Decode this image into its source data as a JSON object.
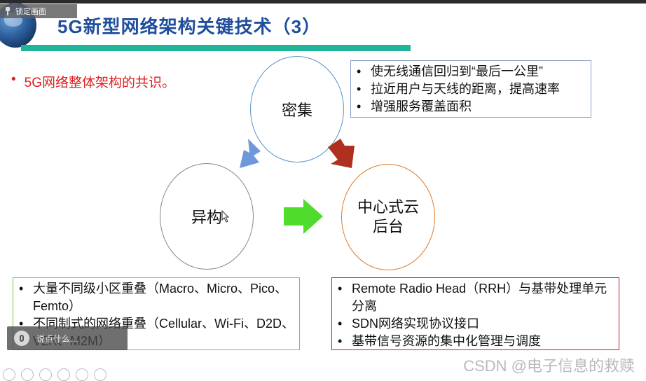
{
  "window": {
    "lock_label": "锁定画面"
  },
  "slide": {
    "title": "5G新型网络架构关键技术（3）",
    "bullet_main": "5G网络整体架构的共识。",
    "circles": {
      "dense": "密集",
      "heterogeneous": "异构",
      "cloud_line1": "中心式云",
      "cloud_line2": "后台"
    },
    "box_dense": [
      "使无线通信回归到“最后一公里”",
      "拉近用户与天线的距离，提高速率",
      "增强服务覆盖面积"
    ],
    "box_hetero": [
      "大量不同级小区重叠（Macro、Micro、Pico、Femto）",
      "不同制式的网络重叠（Cellular、Wi-Fi、D2D、V2R、M2M）"
    ],
    "box_cloud": [
      "Remote Radio Head（RRH）与基带处理单元分离",
      "SDN网络实现协议接口",
      "基带信号资源的集中化管理与调度"
    ]
  },
  "overlay": {
    "text": "说点什么…"
  },
  "watermark": "CSDN @电子信息的救赎",
  "icons": {
    "pin": "pin-icon",
    "mic": "microphone-icon",
    "arrow_left_down": "arrow-down-left-icon",
    "arrow_right_down": "arrow-down-right-icon",
    "arrow_right": "arrow-right-icon"
  },
  "colors": {
    "title": "#1f4e9c",
    "title_bar": "#20b49a",
    "bullet_red": "#e02020",
    "arrow_blue": "#6f98dc",
    "arrow_red": "#b0301f",
    "arrow_green": "#4fdc2c",
    "box_blue": "#8aa0c8",
    "box_green": "#7cc34a",
    "box_red": "#b82020"
  }
}
